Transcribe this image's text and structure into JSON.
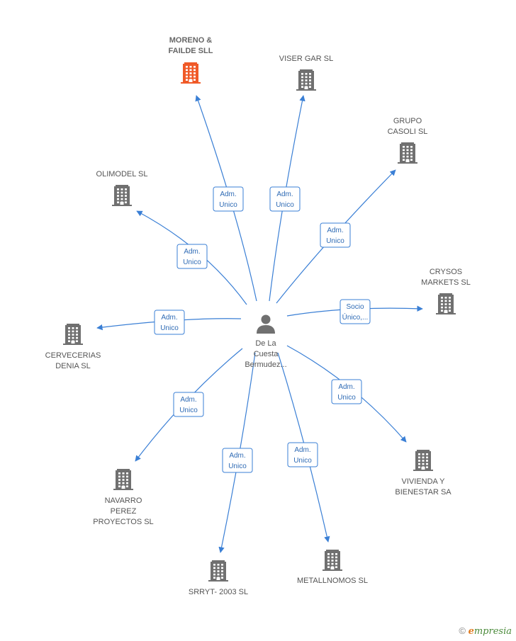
{
  "center": {
    "label_lines": [
      "De La",
      "Cuesta",
      "Bermudez..."
    ]
  },
  "companies": [
    {
      "id": "moreno",
      "label_lines": [
        "MORENO &",
        "FAILDE SLL"
      ],
      "highlight": true,
      "color": "#f05a28"
    },
    {
      "id": "viser",
      "label_lines": [
        "VISER GAR SL"
      ],
      "highlight": false,
      "color": "#707070"
    },
    {
      "id": "casoli",
      "label_lines": [
        "GRUPO",
        "CASOLI SL"
      ],
      "highlight": false,
      "color": "#707070"
    },
    {
      "id": "olimodel",
      "label_lines": [
        "OLIMODEL SL"
      ],
      "highlight": false,
      "color": "#707070"
    },
    {
      "id": "crysos",
      "label_lines": [
        "CRYSOS",
        "MARKETS SL"
      ],
      "highlight": false,
      "color": "#707070"
    },
    {
      "id": "cervecerias",
      "label_lines": [
        "CERVECERIAS",
        "DENIA SL"
      ],
      "highlight": false,
      "color": "#707070"
    },
    {
      "id": "vivienda",
      "label_lines": [
        "VIVIENDA Y",
        "BIENESTAR SA"
      ],
      "highlight": false,
      "color": "#707070"
    },
    {
      "id": "navarro",
      "label_lines": [
        "NAVARRO",
        "PEREZ",
        "PROYECTOS SL"
      ],
      "highlight": false,
      "color": "#707070"
    },
    {
      "id": "srryt",
      "label_lines": [
        "SRRYT- 2003 SL"
      ],
      "highlight": false,
      "color": "#707070"
    },
    {
      "id": "metallnomos",
      "label_lines": [
        "METALLNOMOS SL"
      ],
      "highlight": false,
      "color": "#707070"
    }
  ],
  "relations": [
    {
      "target": "moreno",
      "label_lines": [
        "Adm.",
        "Unico"
      ]
    },
    {
      "target": "viser",
      "label_lines": [
        "Adm.",
        "Unico"
      ]
    },
    {
      "target": "casoli",
      "label_lines": [
        "Adm.",
        "Unico"
      ]
    },
    {
      "target": "olimodel",
      "label_lines": [
        "Adm.",
        "Unico"
      ]
    },
    {
      "target": "crysos",
      "label_lines": [
        "Socio",
        "Único,..."
      ]
    },
    {
      "target": "cervecerias",
      "label_lines": [
        "Adm.",
        "Unico"
      ]
    },
    {
      "target": "vivienda",
      "label_lines": [
        "Adm.",
        "Unico"
      ]
    },
    {
      "target": "navarro",
      "label_lines": [
        "Adm.",
        "Unico"
      ]
    },
    {
      "target": "srryt",
      "label_lines": [
        "Adm.",
        "Unico"
      ]
    },
    {
      "target": "metallnomos",
      "label_lines": [
        "Adm.",
        "Unico"
      ]
    }
  ],
  "colors": {
    "edge": "#3a7fd5",
    "person": "#707070"
  },
  "footer": {
    "copyright": "©",
    "brand_initial": "e",
    "brand_rest": "mpresia"
  }
}
